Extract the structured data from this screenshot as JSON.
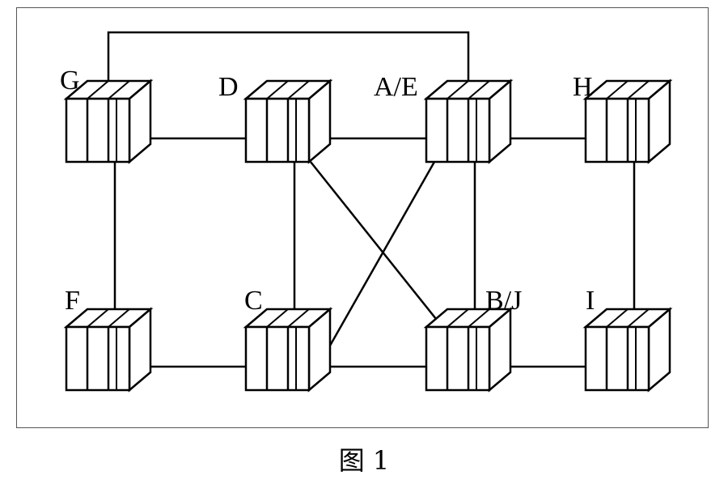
{
  "figure": {
    "caption": "图 1",
    "nodes": [
      {
        "id": "G",
        "label": "G"
      },
      {
        "id": "D",
        "label": "D"
      },
      {
        "id": "AE",
        "label": "A/E"
      },
      {
        "id": "H",
        "label": "H"
      },
      {
        "id": "F",
        "label": "F"
      },
      {
        "id": "C",
        "label": "C"
      },
      {
        "id": "BJ",
        "label": "B/J"
      },
      {
        "id": "I",
        "label": "I"
      }
    ],
    "edges": [
      [
        "G",
        "D"
      ],
      [
        "D",
        "AE"
      ],
      [
        "AE",
        "H"
      ],
      [
        "F",
        "C"
      ],
      [
        "C",
        "BJ"
      ],
      [
        "BJ",
        "I"
      ],
      [
        "G",
        "F"
      ],
      [
        "D",
        "C"
      ],
      [
        "AE",
        "BJ"
      ],
      [
        "H",
        "I"
      ],
      [
        "D",
        "BJ"
      ],
      [
        "AE",
        "C"
      ],
      [
        "G",
        "AE"
      ]
    ]
  }
}
